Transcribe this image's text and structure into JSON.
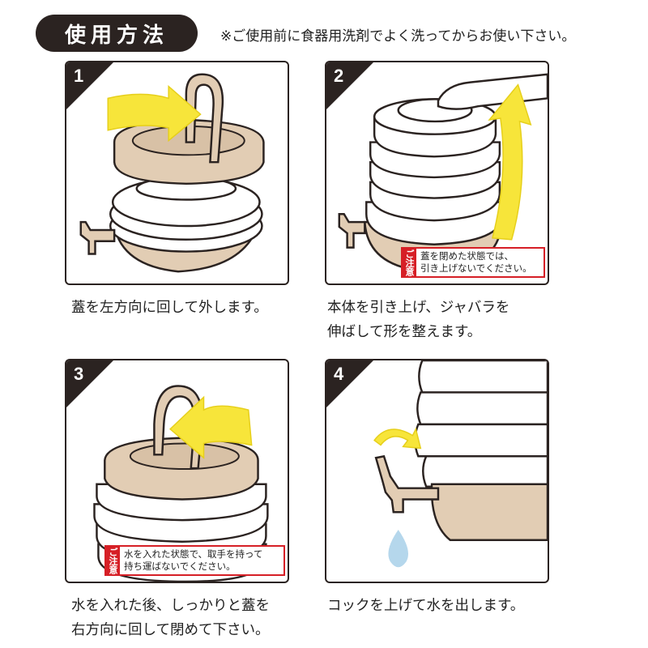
{
  "header": {
    "title": "使用方法",
    "note": "※ご使用前に食器用洗剤でよく洗ってからお使い下さい。"
  },
  "steps": [
    {
      "number": "1",
      "caption": "蓋を左方向に回して外します。"
    },
    {
      "number": "2",
      "caption": "本体を引き上げ、ジャバラを\n伸ばして形を整えます。",
      "caution": {
        "tag": "ご注意",
        "text": "蓋を閉めた状態では、\n引き上げないでください。"
      }
    },
    {
      "number": "3",
      "caption": "水を入れた後、しっかりと蓋を\n右方向に回して閉めて下さい。",
      "caution": {
        "tag": "ご注意",
        "text": "水を入れた状態で、取手を持って\n持ち運ばないでください。"
      }
    },
    {
      "number": "4",
      "caption": "コックを上げて水を出します。"
    }
  ],
  "colors": {
    "dark": "#2b2321",
    "beige": "#e2cdb4",
    "arrow": "#f7e53a",
    "caution": "#d61f26",
    "water": "#b5d7ec"
  }
}
